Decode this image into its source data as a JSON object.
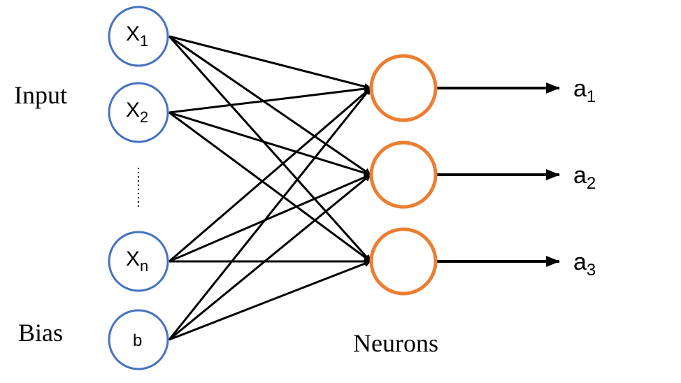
{
  "labels": {
    "input": "Input",
    "bias": "Bias",
    "neurons": "Neurons"
  },
  "inputs": [
    {
      "base": "X",
      "sub": "1"
    },
    {
      "base": "X",
      "sub": "2"
    },
    {
      "base": "X",
      "sub": "n"
    }
  ],
  "bias_node": {
    "text": "b"
  },
  "outputs": [
    {
      "base": "a",
      "sub": "1"
    },
    {
      "base": "a",
      "sub": "2"
    },
    {
      "base": "a",
      "sub": "3"
    }
  ],
  "colors": {
    "input_stroke": "#4472C4",
    "neuron_stroke": "#ED7D31",
    "edges": "#000000"
  }
}
